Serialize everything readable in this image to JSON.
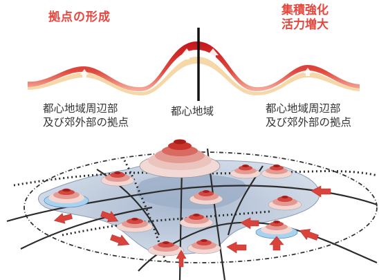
{
  "header": {
    "left_title": "拠点の形成",
    "right_title_line1": "集積強化",
    "right_title_line2": "活力増大"
  },
  "labels": {
    "left_line1": "都心地域周辺部",
    "left_line2": "及び郊外部の拠点",
    "center": "都心地域",
    "right_line1": "都心地域周辺部",
    "right_line2": "及び郊外部の拠点"
  },
  "colors": {
    "accent_red": "#e8463d",
    "peak_red": "#d92a24",
    "cream_band": "#f6d8a8",
    "city_area": "#b8c7dc",
    "road": "#2b2b2b"
  }
}
